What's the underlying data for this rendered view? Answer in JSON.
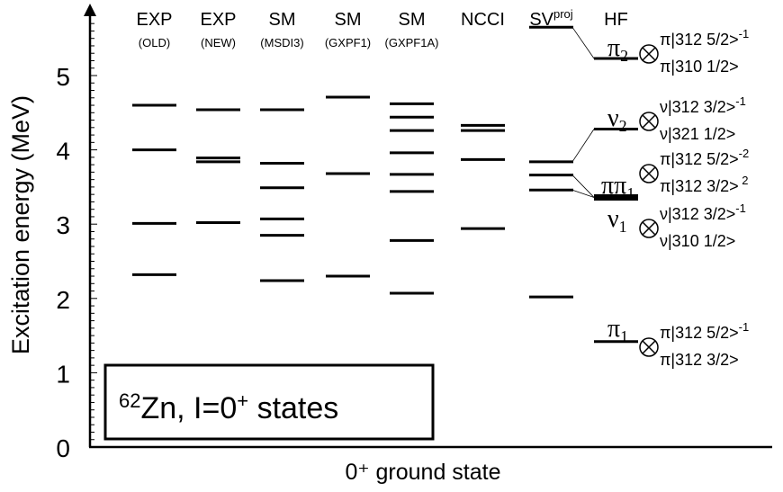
{
  "chart_data": {
    "type": "level-scheme",
    "ylabel": "Excitation energy (MeV)",
    "xlabel": "0⁺ ground state",
    "ylim": [
      0,
      5.9
    ],
    "yticks": [
      "0",
      "1",
      "2",
      "3",
      "4",
      "5"
    ],
    "box_label": {
      "mass": "62",
      "element": "Zn, I=0",
      "sup": "+",
      "rest": " states"
    },
    "columns": [
      {
        "name": "EXP",
        "sub": "(OLD)",
        "levels": [
          4.6,
          4.0,
          3.01,
          2.32
        ]
      },
      {
        "name": "EXP",
        "sub": "(NEW)",
        "levels": [
          4.54,
          3.89,
          3.84,
          3.02
        ]
      },
      {
        "name": "SM",
        "sub": "(MSDI3)",
        "levels": [
          4.54,
          3.82,
          3.49,
          3.07,
          2.85,
          2.24
        ]
      },
      {
        "name": "SM",
        "sub": "(GXPF1)",
        "levels": [
          4.71,
          3.68,
          2.3
        ]
      },
      {
        "name": "SM",
        "sub": "(GXPF1A)",
        "levels": [
          4.62,
          4.44,
          4.26,
          3.96,
          3.67,
          3.44,
          2.78,
          2.07
        ]
      },
      {
        "name": "NCCI",
        "sub": "",
        "levels": [
          4.33,
          4.26,
          3.87,
          2.94
        ]
      },
      {
        "name": "SV",
        "sup": "proj",
        "sub": "",
        "levels": [
          5.65,
          3.84,
          3.66,
          3.46,
          2.02
        ]
      },
      {
        "name": "HF",
        "sub": "",
        "levels": [
          5.23,
          4.28,
          3.36,
          1.42
        ]
      }
    ],
    "hf_states": [
      {
        "label": "π",
        "index": "2",
        "energy": 5.23,
        "config": [
          "π|312 5/2>",
          "-1",
          "π|310 1/2>",
          ""
        ]
      },
      {
        "label": "ν",
        "index": "2",
        "energy": 4.28,
        "config": [
          "ν|312 3/2>",
          "-1",
          "ν|321 1/2>",
          ""
        ]
      },
      {
        "label": "ππ",
        "index": "1",
        "energy": 3.36,
        "config": [
          "π|312 5/2>",
          "-2",
          "π|312 3/2>",
          " 2"
        ]
      },
      {
        "label": "ν",
        "index": "1",
        "energy": 3.36,
        "config": [
          "ν|312 3/2>",
          "-1",
          "ν|310 1/2>",
          ""
        ]
      },
      {
        "label": "π",
        "index": "1",
        "energy": 1.42,
        "config": [
          "π|312 5/2>",
          "-1",
          "π|312 3/2>",
          ""
        ]
      }
    ],
    "connections": [
      [
        5.65,
        5.23
      ],
      [
        3.84,
        4.28
      ],
      [
        3.66,
        3.36
      ],
      [
        3.46,
        3.36
      ]
    ]
  }
}
